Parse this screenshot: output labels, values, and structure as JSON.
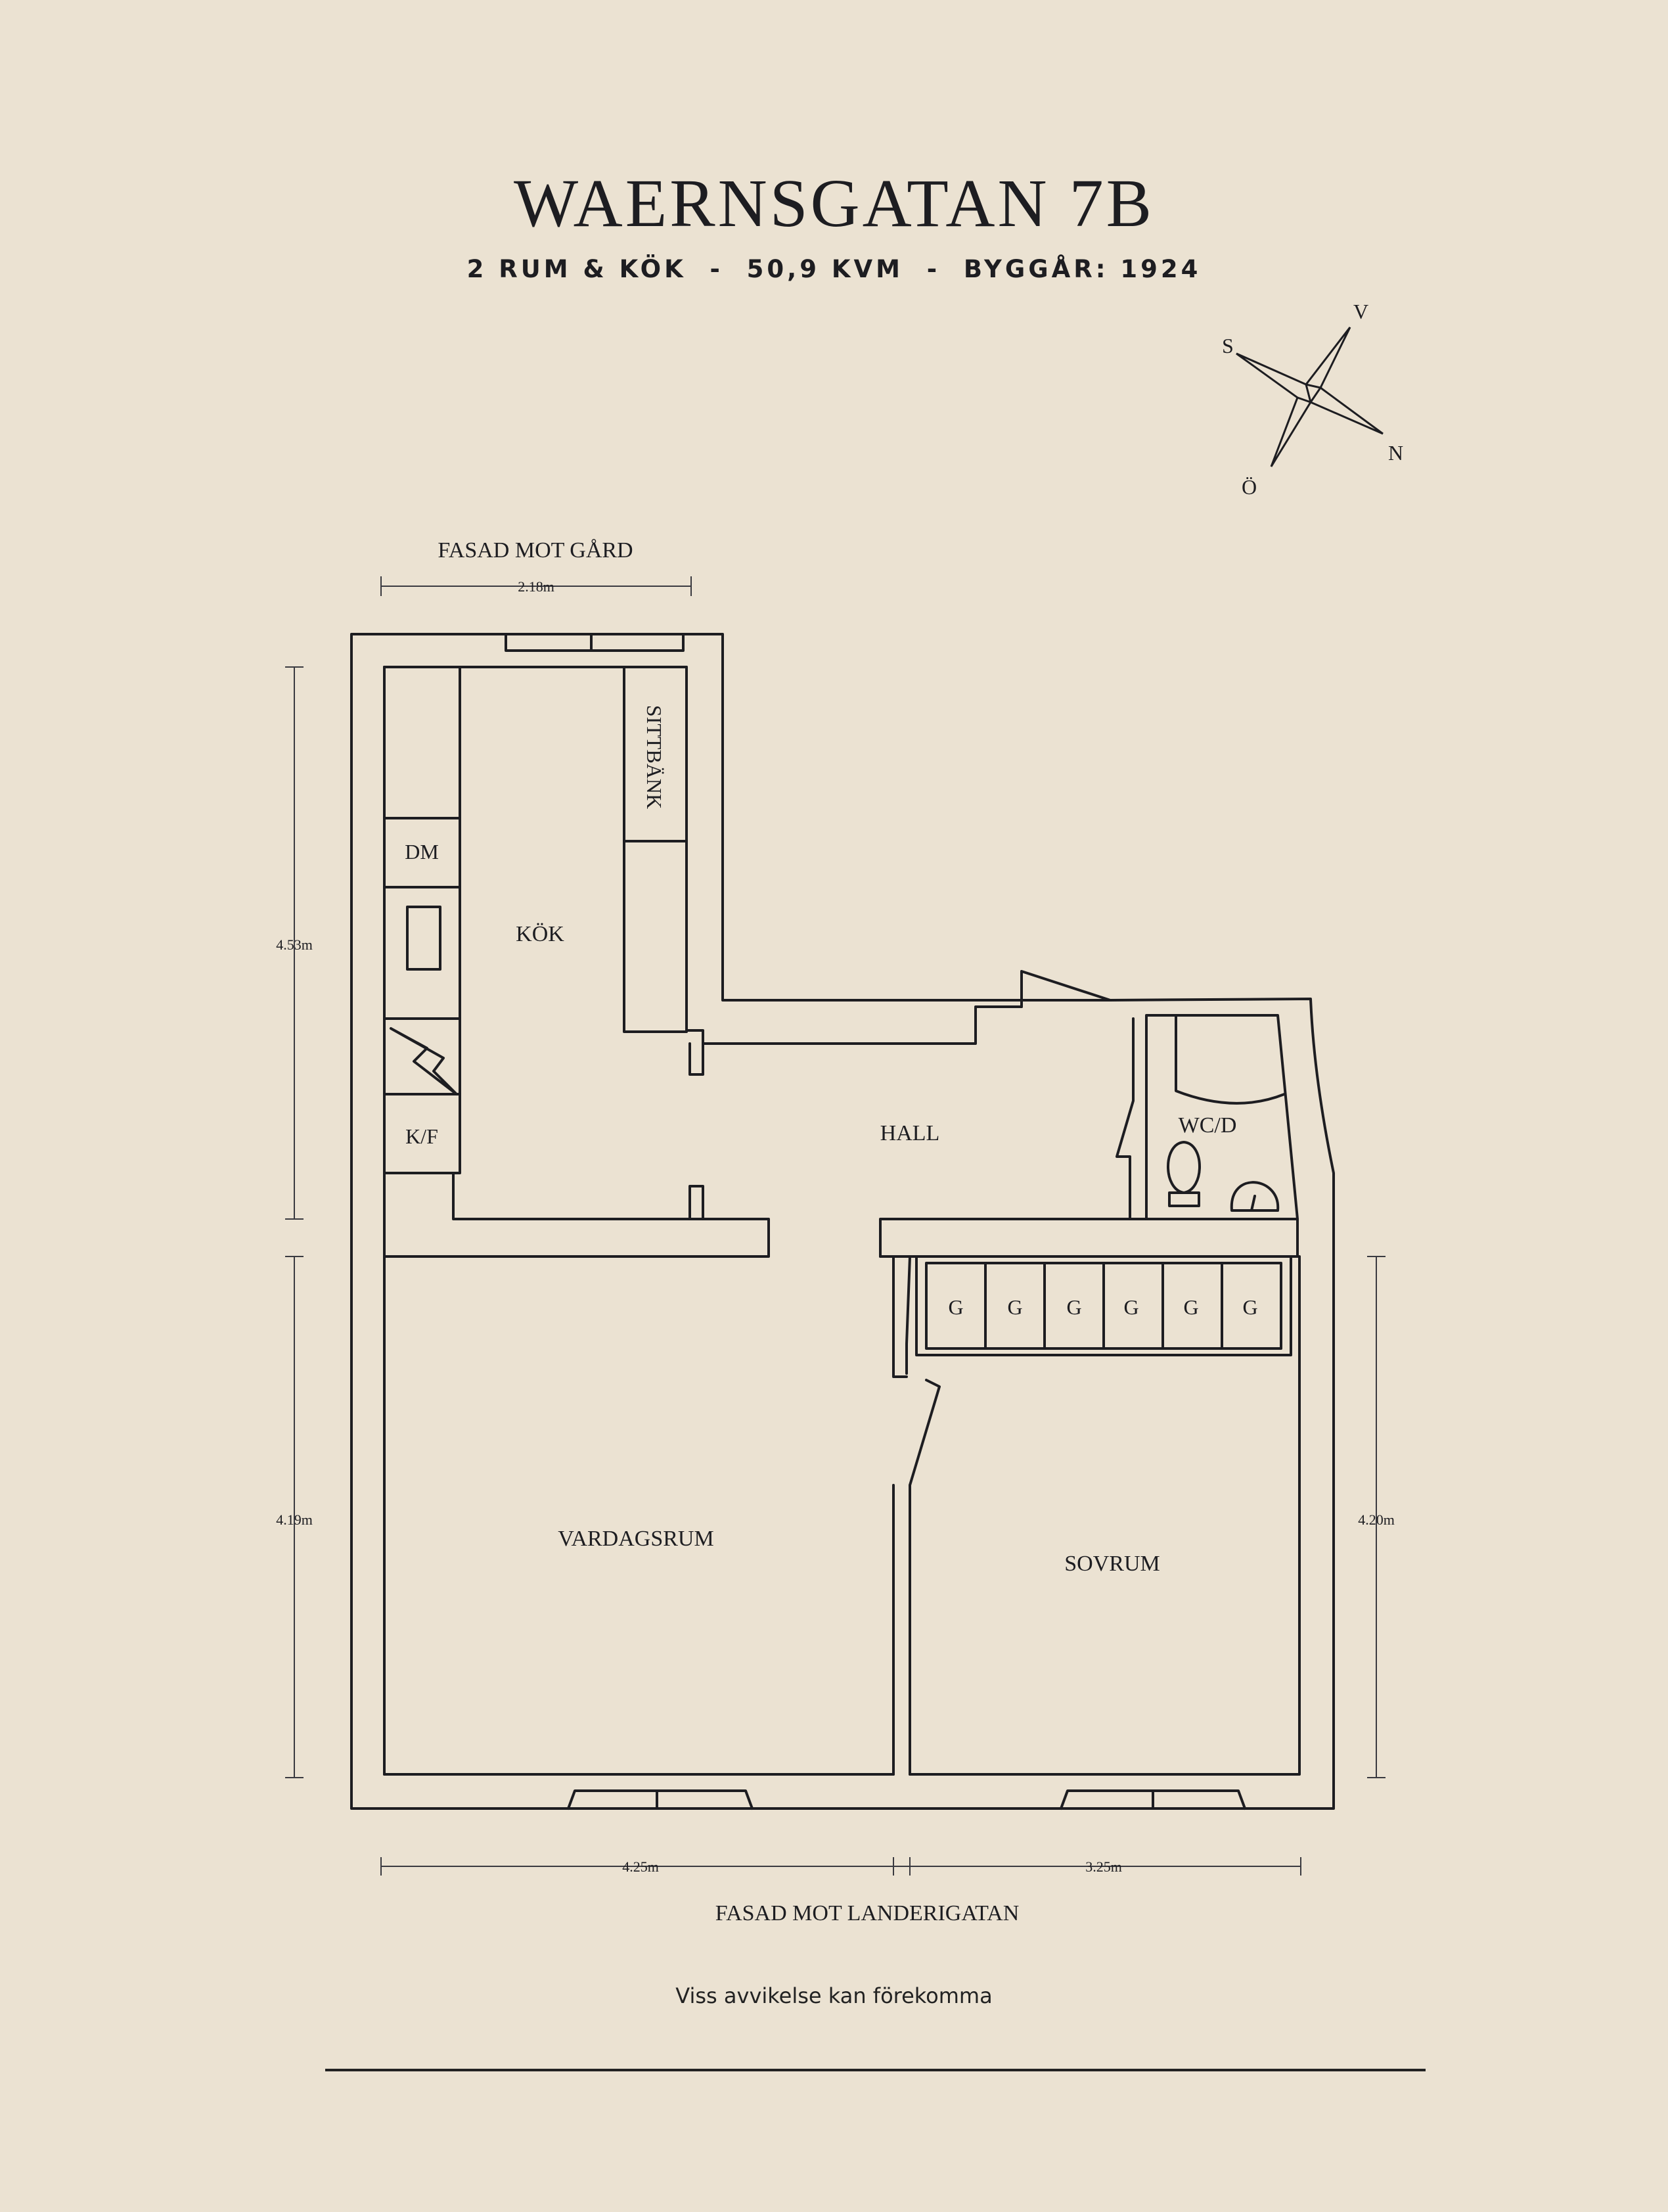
{
  "header": {
    "title": "WAERNSGATAN 7B",
    "rooms": "2 RUM & KÖK",
    "area": "50,9 KVM",
    "year": "BYGGÅR: 1924",
    "separator": "  -  "
  },
  "compass": {
    "north": "N",
    "south": "S",
    "east": "Ö",
    "west": "V"
  },
  "facades": {
    "top": "FASAD MOT GÅRD",
    "bottom": "FASAD MOT  LANDERIGATAN"
  },
  "dimensions": {
    "top_width": "2.18m",
    "left_upper": "4.53m",
    "left_lower": "4.19m",
    "right_lower": "4.20m",
    "bottom_left": "4.25m",
    "bottom_right": "3.25m"
  },
  "rooms": {
    "kitchen": "KÖK",
    "hall": "HALL",
    "bath": "WC/D",
    "living": "VARDAGSRUM",
    "bedroom": "SOVRUM",
    "bench": "SITTBÄNK",
    "dishwasher": "DM",
    "fridge": "K/F",
    "wardrobe": "G"
  },
  "note": "Viss avvikelse kan förekomma",
  "colors": {
    "background": "#ebe2d2",
    "ink": "#1d1d21"
  }
}
